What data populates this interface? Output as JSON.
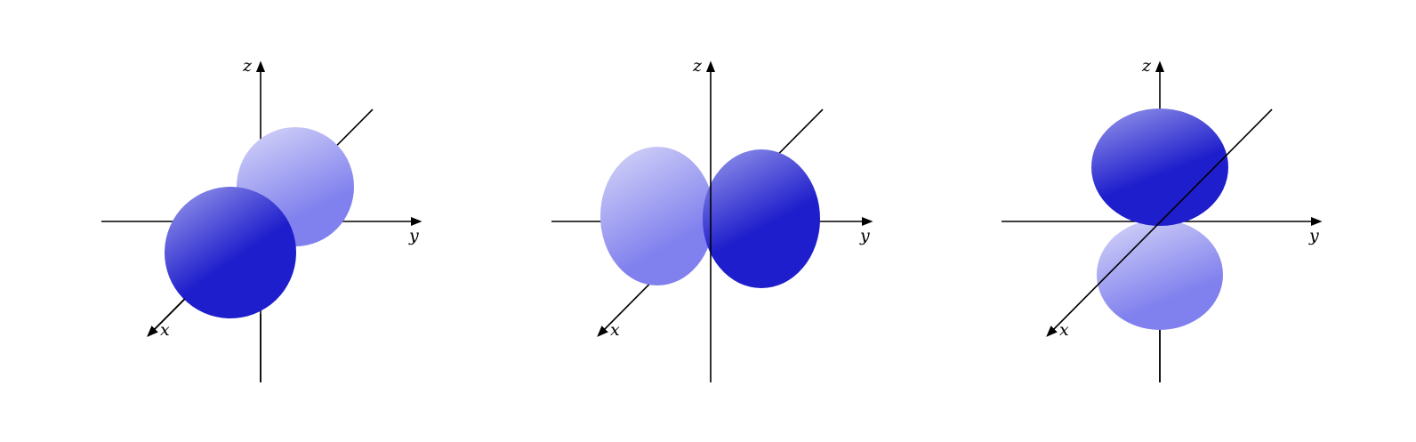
{
  "axis_labels": {
    "x": "x",
    "y": "y",
    "z": "z"
  },
  "colors": {
    "axis": "#000000",
    "lobe_dark": "#1e1ecc",
    "lobe_mid": "#8080ee",
    "lobe_light": "#ccccf7",
    "lobe_deep_mid": "#5a5ae0"
  },
  "panels": [
    {
      "orbital_axis": "x"
    },
    {
      "orbital_axis": "y"
    },
    {
      "orbital_axis": "z"
    }
  ]
}
